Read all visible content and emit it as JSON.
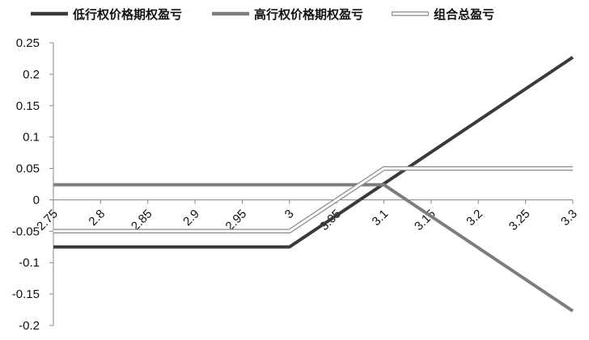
{
  "chart_data": {
    "type": "line",
    "title": "",
    "xlabel": "",
    "ylabel": "",
    "x": [
      2.75,
      2.8,
      2.85,
      2.9,
      2.95,
      3.0,
      3.05,
      3.1,
      3.15,
      3.2,
      3.25,
      3.3
    ],
    "x_tick_labels": [
      "2.75",
      "2.8",
      "2.85",
      "2.9",
      "2.95",
      "3",
      "3.05",
      "3.1",
      "3.15",
      "3.2",
      "3.25",
      "3.3"
    ],
    "y_tick_values": [
      0.25,
      0.2,
      0.15,
      0.1,
      0.05,
      0,
      -0.05,
      -0.1,
      -0.15,
      -0.2
    ],
    "y_tick_labels": [
      "0.25",
      "0.2",
      "0.15",
      "0.1",
      "0.05",
      "0",
      "-0.05",
      "-0.1",
      "-0.15",
      "-0.2"
    ],
    "xlim": [
      2.75,
      3.3
    ],
    "ylim": [
      -0.2,
      0.25
    ],
    "grid": false,
    "legend_position": "top",
    "series": [
      {
        "name": "低行权价格期权盈亏",
        "color": "#3a3a3a",
        "style": "solid",
        "x": [
          2.75,
          3.0,
          3.3
        ],
        "y": [
          -0.075,
          -0.075,
          0.227
        ]
      },
      {
        "name": "高行权价格期权盈亏",
        "color": "#7d7d7d",
        "style": "solid",
        "x": [
          2.75,
          3.1,
          3.3
        ],
        "y": [
          0.024,
          0.024,
          -0.177
        ]
      },
      {
        "name": "组合总盈亏",
        "color": "#ffffff",
        "outline": "#8a8a8a",
        "style": "hollow",
        "x": [
          2.75,
          3.0,
          3.1,
          3.3
        ],
        "y": [
          -0.05,
          -0.05,
          0.05,
          0.05
        ]
      }
    ]
  }
}
